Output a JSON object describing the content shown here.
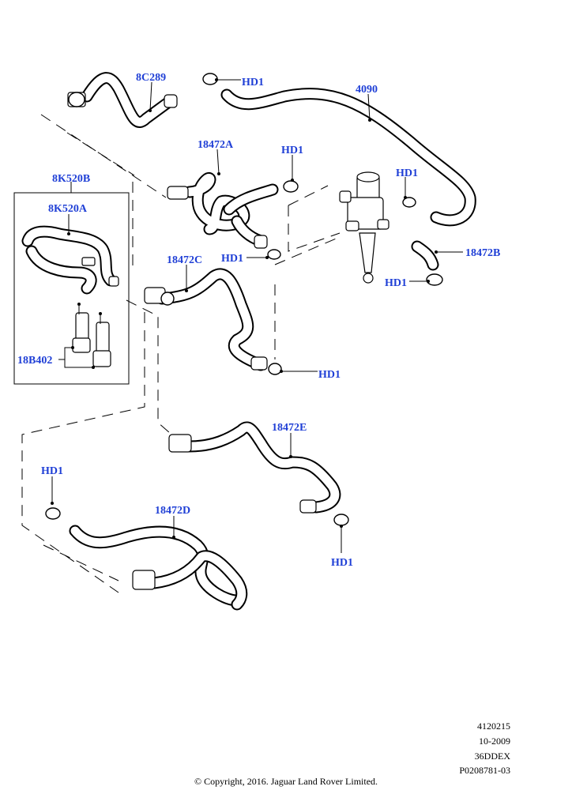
{
  "callout_color": "#1f3fd6",
  "labels": {
    "8C289": "8C289",
    "HD1": "HD1",
    "4090": "4090",
    "18472A": "18472A",
    "8K520B": "8K520B",
    "8K520A": "8K520A",
    "18472C": "18472C",
    "18472B": "18472B",
    "18B402": "18B402",
    "18472E": "18472E",
    "18472D": "18472D"
  },
  "footer": {
    "line1": "4120215",
    "line2": "10-2009",
    "line3": "36DDEX",
    "line4": "P0208781-03",
    "copyright": "© Copyright, 2016. Jaguar Land Rover Limited."
  }
}
